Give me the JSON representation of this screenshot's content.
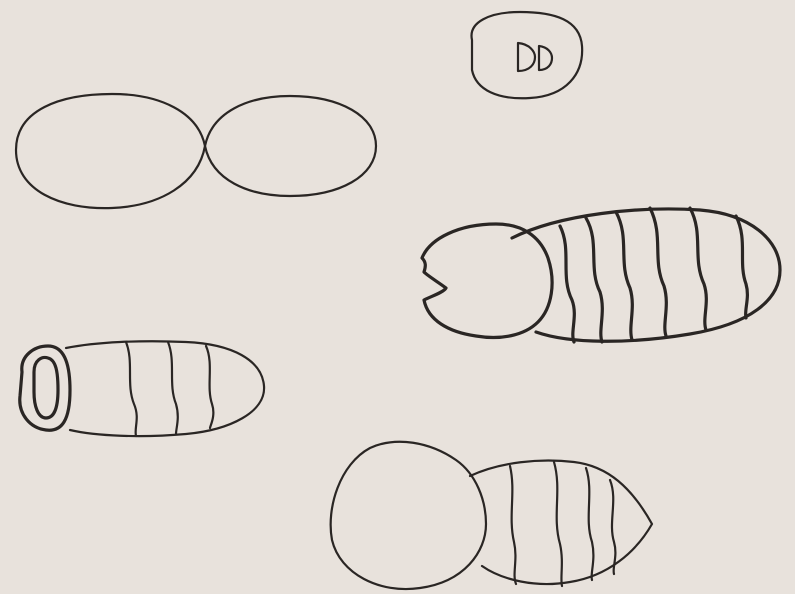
{
  "figure": {
    "background_color": "#e8e2dc",
    "ink_color": "#2a2624",
    "drawings": [
      {
        "id": "cartouche",
        "icon": "rounded-cartouche-icon"
      },
      {
        "id": "two-lobed-body",
        "icon": "two-oval-segment-icon"
      },
      {
        "id": "large-segmented-body",
        "icon": "notched-head-striped-body-icon"
      },
      {
        "id": "capsule-segmented-body",
        "icon": "capsule-with-ring-end-icon"
      },
      {
        "id": "rounded-head-segmented-body",
        "icon": "bulb-head-striped-body-icon"
      }
    ]
  }
}
